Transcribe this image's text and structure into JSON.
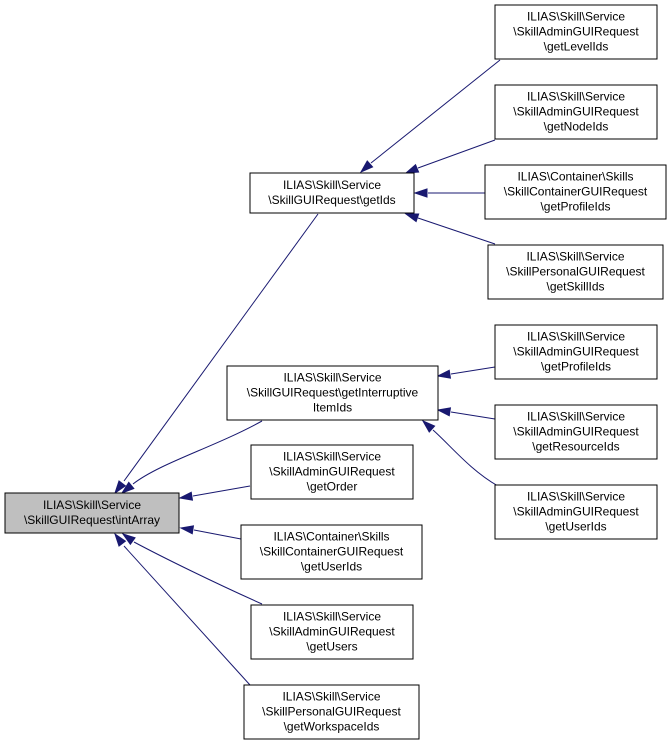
{
  "colors": {
    "edge": "#191970",
    "root_fill": "#bfbfbf",
    "node_fill": "#ffffff",
    "border": "#000000"
  },
  "nodes": [
    {
      "id": "intArray",
      "lines": [
        "ILIAS\\Skill\\Service",
        "\\SkillGUIRequest\\intArray"
      ],
      "root": true
    },
    {
      "id": "getIds",
      "lines": [
        "ILIAS\\Skill\\Service",
        "\\SkillGUIRequest\\getIds"
      ]
    },
    {
      "id": "getInterruptiveItemIds",
      "lines": [
        "ILIAS\\Skill\\Service",
        "\\SkillGUIRequest\\getInterruptive",
        "ItemIds"
      ]
    },
    {
      "id": "adminGetOrder",
      "lines": [
        "ILIAS\\Skill\\Service",
        "\\SkillAdminGUIRequest",
        "\\getOrder"
      ]
    },
    {
      "id": "containerGetUserIds",
      "lines": [
        "ILIAS\\Container\\Skills",
        "\\SkillContainerGUIRequest",
        "\\getUserIds"
      ]
    },
    {
      "id": "adminGetUsers",
      "lines": [
        "ILIAS\\Skill\\Service",
        "\\SkillAdminGUIRequest",
        "\\getUsers"
      ]
    },
    {
      "id": "personalGetWorkspaceIds",
      "lines": [
        "ILIAS\\Skill\\Service",
        "\\SkillPersonalGUIRequest",
        "\\getWorkspaceIds"
      ]
    },
    {
      "id": "adminGetLevelIds",
      "lines": [
        "ILIAS\\Skill\\Service",
        "\\SkillAdminGUIRequest",
        "\\getLevelIds"
      ]
    },
    {
      "id": "adminGetNodeIds",
      "lines": [
        "ILIAS\\Skill\\Service",
        "\\SkillAdminGUIRequest",
        "\\getNodeIds"
      ]
    },
    {
      "id": "containerGetProfileIds",
      "lines": [
        "ILIAS\\Container\\Skills",
        "\\SkillContainerGUIRequest",
        "\\getProfileIds"
      ]
    },
    {
      "id": "personalGetSkillIds",
      "lines": [
        "ILIAS\\Skill\\Service",
        "\\SkillPersonalGUIRequest",
        "\\getSkillIds"
      ]
    },
    {
      "id": "adminGetProfileIds",
      "lines": [
        "ILIAS\\Skill\\Service",
        "\\SkillAdminGUIRequest",
        "\\getProfileIds"
      ]
    },
    {
      "id": "adminGetResourceIds",
      "lines": [
        "ILIAS\\Skill\\Service",
        "\\SkillAdminGUIRequest",
        "\\getResourceIds"
      ]
    },
    {
      "id": "adminGetUserIds",
      "lines": [
        "ILIAS\\Skill\\Service",
        "\\SkillAdminGUIRequest",
        "\\getUserIds"
      ]
    }
  ],
  "edges": [
    {
      "from": "getIds",
      "to": "intArray"
    },
    {
      "from": "getInterruptiveItemIds",
      "to": "intArray"
    },
    {
      "from": "adminGetOrder",
      "to": "intArray"
    },
    {
      "from": "containerGetUserIds",
      "to": "intArray"
    },
    {
      "from": "adminGetUsers",
      "to": "intArray"
    },
    {
      "from": "personalGetWorkspaceIds",
      "to": "intArray"
    },
    {
      "from": "adminGetLevelIds",
      "to": "getIds"
    },
    {
      "from": "adminGetNodeIds",
      "to": "getIds"
    },
    {
      "from": "containerGetProfileIds",
      "to": "getIds"
    },
    {
      "from": "personalGetSkillIds",
      "to": "getIds"
    },
    {
      "from": "adminGetProfileIds",
      "to": "getInterruptiveItemIds"
    },
    {
      "from": "adminGetResourceIds",
      "to": "getInterruptiveItemIds"
    },
    {
      "from": "adminGetUserIds",
      "to": "getInterruptiveItemIds"
    }
  ]
}
